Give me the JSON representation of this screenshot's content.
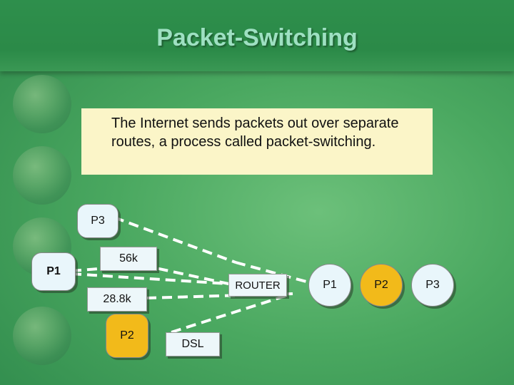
{
  "slide": {
    "title": "Packet-Switching",
    "body_text": "The Internet sends packets  out over separate routes, a process called packet-switching."
  },
  "diagram": {
    "nodes": {
      "p3_source": "P3",
      "p1_source": "P1",
      "p2_source": "P2",
      "router": "ROUTER",
      "p1_out": "P1",
      "p2_out": "P2",
      "p3_out": "P3"
    },
    "link_labels": {
      "k56": "56k",
      "k28": "28.8k",
      "dsl": "DSL"
    }
  },
  "colors": {
    "background": "#4aa860",
    "title": "#9ee0c2",
    "text_box": "#fbf5c8",
    "packet_blue": "#e9f6fb",
    "packet_gold": "#f2ba1a",
    "link": "#ffffff"
  }
}
